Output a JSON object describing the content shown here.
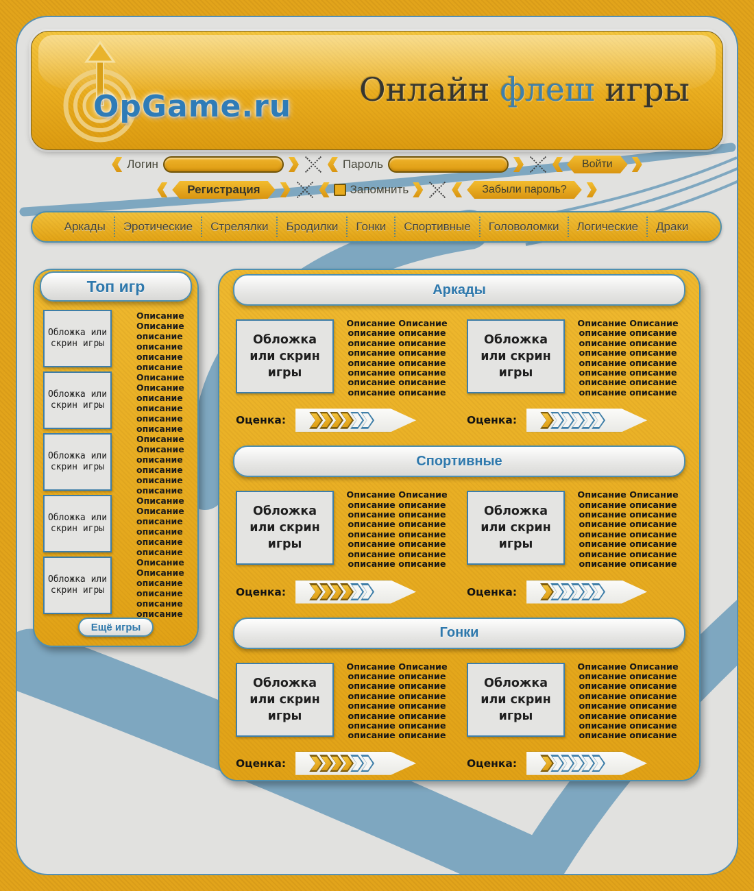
{
  "colors": {
    "gold": "#E2A41B",
    "gold_light": "#F4C63F",
    "accent_blue": "#2E78AC",
    "panel_border_blue": "#4E8FB0",
    "ribbon_blue": "#7EA7C0",
    "canvas_gray": "#E1E1DF",
    "thumb_gray": "#E4E4E2"
  },
  "header": {
    "logo_text": "OpGame.ru",
    "title": {
      "part1": "Онлайн ",
      "accent": "флеш",
      "part2": " игры"
    }
  },
  "auth": {
    "login_label": "Логин",
    "password_label": "Пароль",
    "submit": "Войти",
    "register": "Регистрация",
    "remember": "Запомнить",
    "forgot": "Забыли пароль?"
  },
  "nav": {
    "items": [
      "Аркады",
      "Эротические",
      "Стрелялки",
      "Бродилки",
      "Гонки",
      "Спортивные",
      "Головоломки",
      "Логические",
      "Драки"
    ]
  },
  "sidebar": {
    "title": "Топ игр",
    "more": "Ещё игры",
    "items": [
      {
        "thumb": "Обложка или скрин игры",
        "desc": [
          "Описание",
          "Описание",
          "описание",
          "описание",
          "описание",
          "описание"
        ]
      },
      {
        "thumb": "Обложка или скрин игры",
        "desc": [
          "Описание",
          "Описание",
          "описание",
          "описание",
          "описание",
          "описание"
        ]
      },
      {
        "thumb": "Обложка или скрин игры",
        "desc": [
          "Описание",
          "Описание",
          "описание",
          "описание",
          "описание",
          "описание"
        ]
      },
      {
        "thumb": "Обложка или скрин игры",
        "desc": [
          "Описание",
          "Описание",
          "описание",
          "описание",
          "описание",
          "описание"
        ]
      },
      {
        "thumb": "Обложка или скрин игры",
        "desc": [
          "Описание",
          "Описание",
          "описание",
          "описание",
          "описание",
          "описание"
        ]
      }
    ]
  },
  "content": {
    "rating_label": "Оценка:",
    "rating_max": 6,
    "sections": [
      {
        "title": "Аркады",
        "cards": [
          {
            "thumb": "Обложка или скрин игры",
            "rating": 4,
            "desc": [
              "Описание Описание",
              "описание описание",
              "описание описание",
              "описание описание",
              "описание описание",
              "описание описание",
              "описание описание",
              "описание описание"
            ]
          },
          {
            "thumb": "Обложка или скрин игры",
            "rating": 1,
            "desc": [
              "Описание Описание",
              "описание описание",
              "описание описание",
              "описание описание",
              "описание описание",
              "описание описание",
              "описание описание",
              "описание описание"
            ]
          }
        ]
      },
      {
        "title": "Спортивные",
        "cards": [
          {
            "thumb": "Обложка или скрин игры",
            "rating": 4,
            "desc": [
              "Описание Описание",
              "описание описание",
              "описание описание",
              "описание описание",
              "описание описание",
              "описание описание",
              "описание описание",
              "описание описание"
            ]
          },
          {
            "thumb": "Обложка или скрин игры",
            "rating": 1,
            "desc": [
              "Описание Описание",
              "описание описание",
              "описание описание",
              "описание описание",
              "описание описание",
              "описание описание",
              "описание описание",
              "описание описание"
            ]
          }
        ]
      },
      {
        "title": "Гонки",
        "cards": [
          {
            "thumb": "Обложка или скрин игры",
            "rating": 4,
            "desc": [
              "Описание Описание",
              "описание описание",
              "описание описание",
              "описание описание",
              "описание описание",
              "описание описание",
              "описание описание",
              "описание описание"
            ]
          },
          {
            "thumb": "Обложка или скрин игры",
            "rating": 1,
            "desc": [
              "Описание Описание",
              "описание описание",
              "описание описание",
              "описание описание",
              "описание описание",
              "описание описание",
              "описание описание",
              "описание описание"
            ]
          }
        ]
      }
    ]
  }
}
